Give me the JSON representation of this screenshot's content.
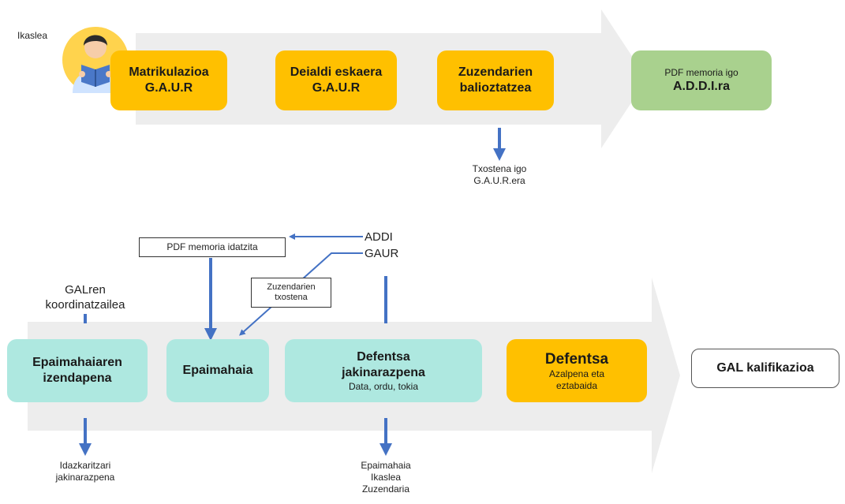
{
  "colors": {
    "orange": "#ffc000",
    "green": "#a9d18e",
    "teal": "#aee8e0",
    "arrow_gray": "#ededed",
    "connector_blue": "#4472c4",
    "avatar_yellow": "#ffd34d"
  },
  "top_flow": {
    "actor": "Ikaslea",
    "steps": [
      {
        "line1": "Matrikulazioa",
        "line2": "G.A.U.R"
      },
      {
        "line1": "Deialdi eskaera",
        "line2": "G.A.U.R"
      },
      {
        "line1": "Zuzendarien",
        "line2": "balioztatzea"
      }
    ],
    "final": {
      "line1": "PDF memoria igo",
      "line2": "A.D.D.I.ra"
    },
    "note": {
      "line1": "Txostena igo",
      "line2": "G.A.U.R.era"
    }
  },
  "bottom_flow": {
    "labels": {
      "addi": "ADDI",
      "gaur": "GAUR",
      "coordinator_line1": "GALren",
      "coordinator_line2": "koordinatzailea"
    },
    "callouts": {
      "pdf_memoria": "PDF memoria idatzita",
      "zuzendarien_line1": "Zuzendarien",
      "zuzendarien_line2": "txostena"
    },
    "steps": [
      {
        "line1": "Epaimahaiaren",
        "line2": "izendapena"
      },
      {
        "line1": "Epaimahaia"
      },
      {
        "line1": "Defentsa",
        "line2": "jakinarazpena",
        "detail": "Data, ordu, tokia"
      },
      {
        "line1": "Defentsa",
        "detail_line1": "Azalpena eta",
        "detail_line2": "eztabaida"
      }
    ],
    "final": "GAL kalifikazioa",
    "outputs": {
      "left_line1": "Idazkaritzari",
      "left_line2": "jakinarazpena",
      "center_line1": "Epaimahaia",
      "center_line2": "Ikaslea",
      "center_line3": "Zuzendaria"
    }
  }
}
